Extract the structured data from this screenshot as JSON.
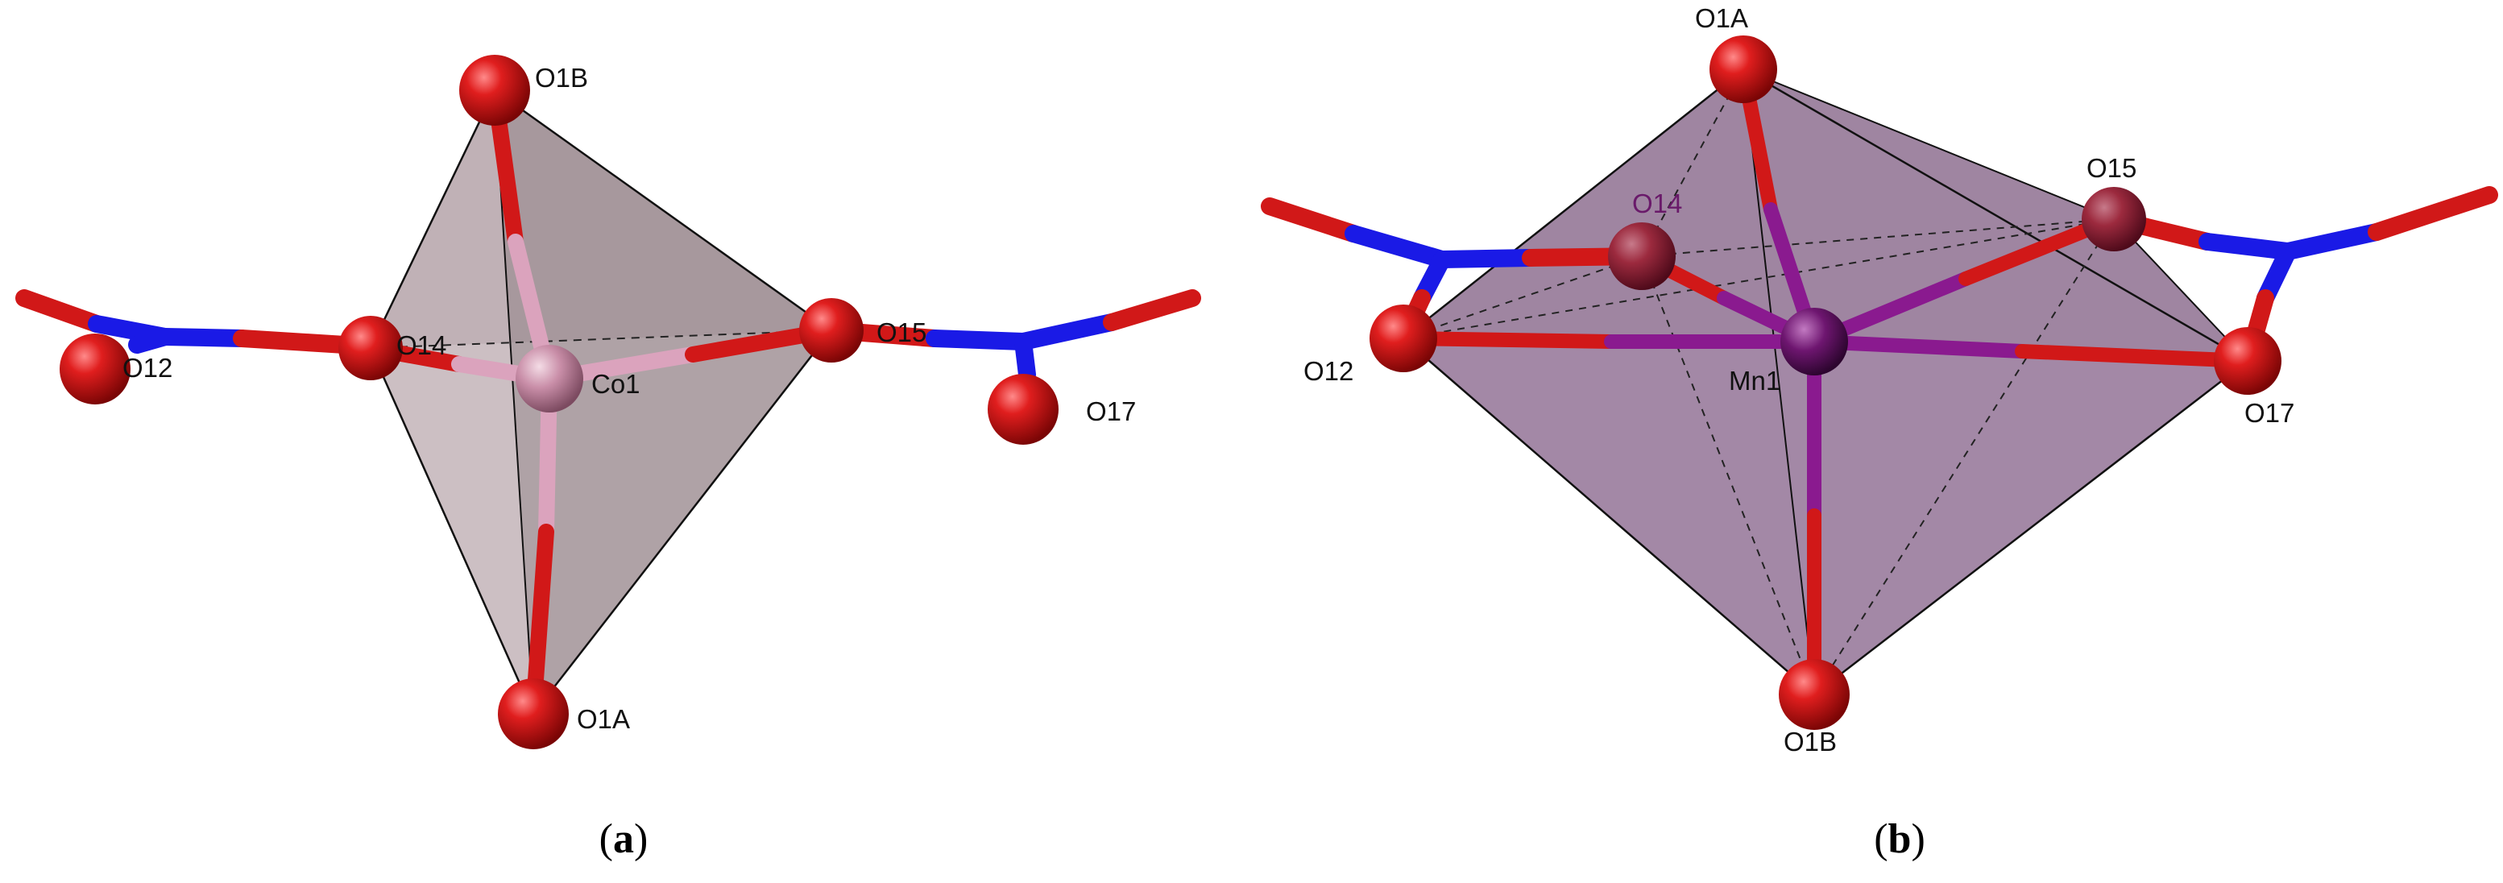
{
  "figure": {
    "colors": {
      "oxygen": "#d11818",
      "nitrogen": "#1a1ae6",
      "cobalt": "#dba3bd",
      "manganese": "#7a1c7a",
      "polyhedron_a": "#a38f95",
      "polyhedron_b": "#8c6a8f"
    },
    "panel_a": {
      "caption_paren_open": "(",
      "caption_letter": "a",
      "caption_paren_close": ")",
      "atoms": {
        "o1b": "O1B",
        "o14": "O14",
        "co1": "Co1",
        "o15": "O15",
        "o12": "O12",
        "o17": "O17",
        "o1a": "O1A"
      }
    },
    "panel_b": {
      "caption_paren_open": "(",
      "caption_letter": "b",
      "caption_paren_close": ")",
      "atoms": {
        "o1a": "O1A",
        "o14": "O14",
        "o15": "O15",
        "o12": "O12",
        "mn1": "Mn1",
        "o17": "O17",
        "o1b": "O1B"
      }
    }
  }
}
